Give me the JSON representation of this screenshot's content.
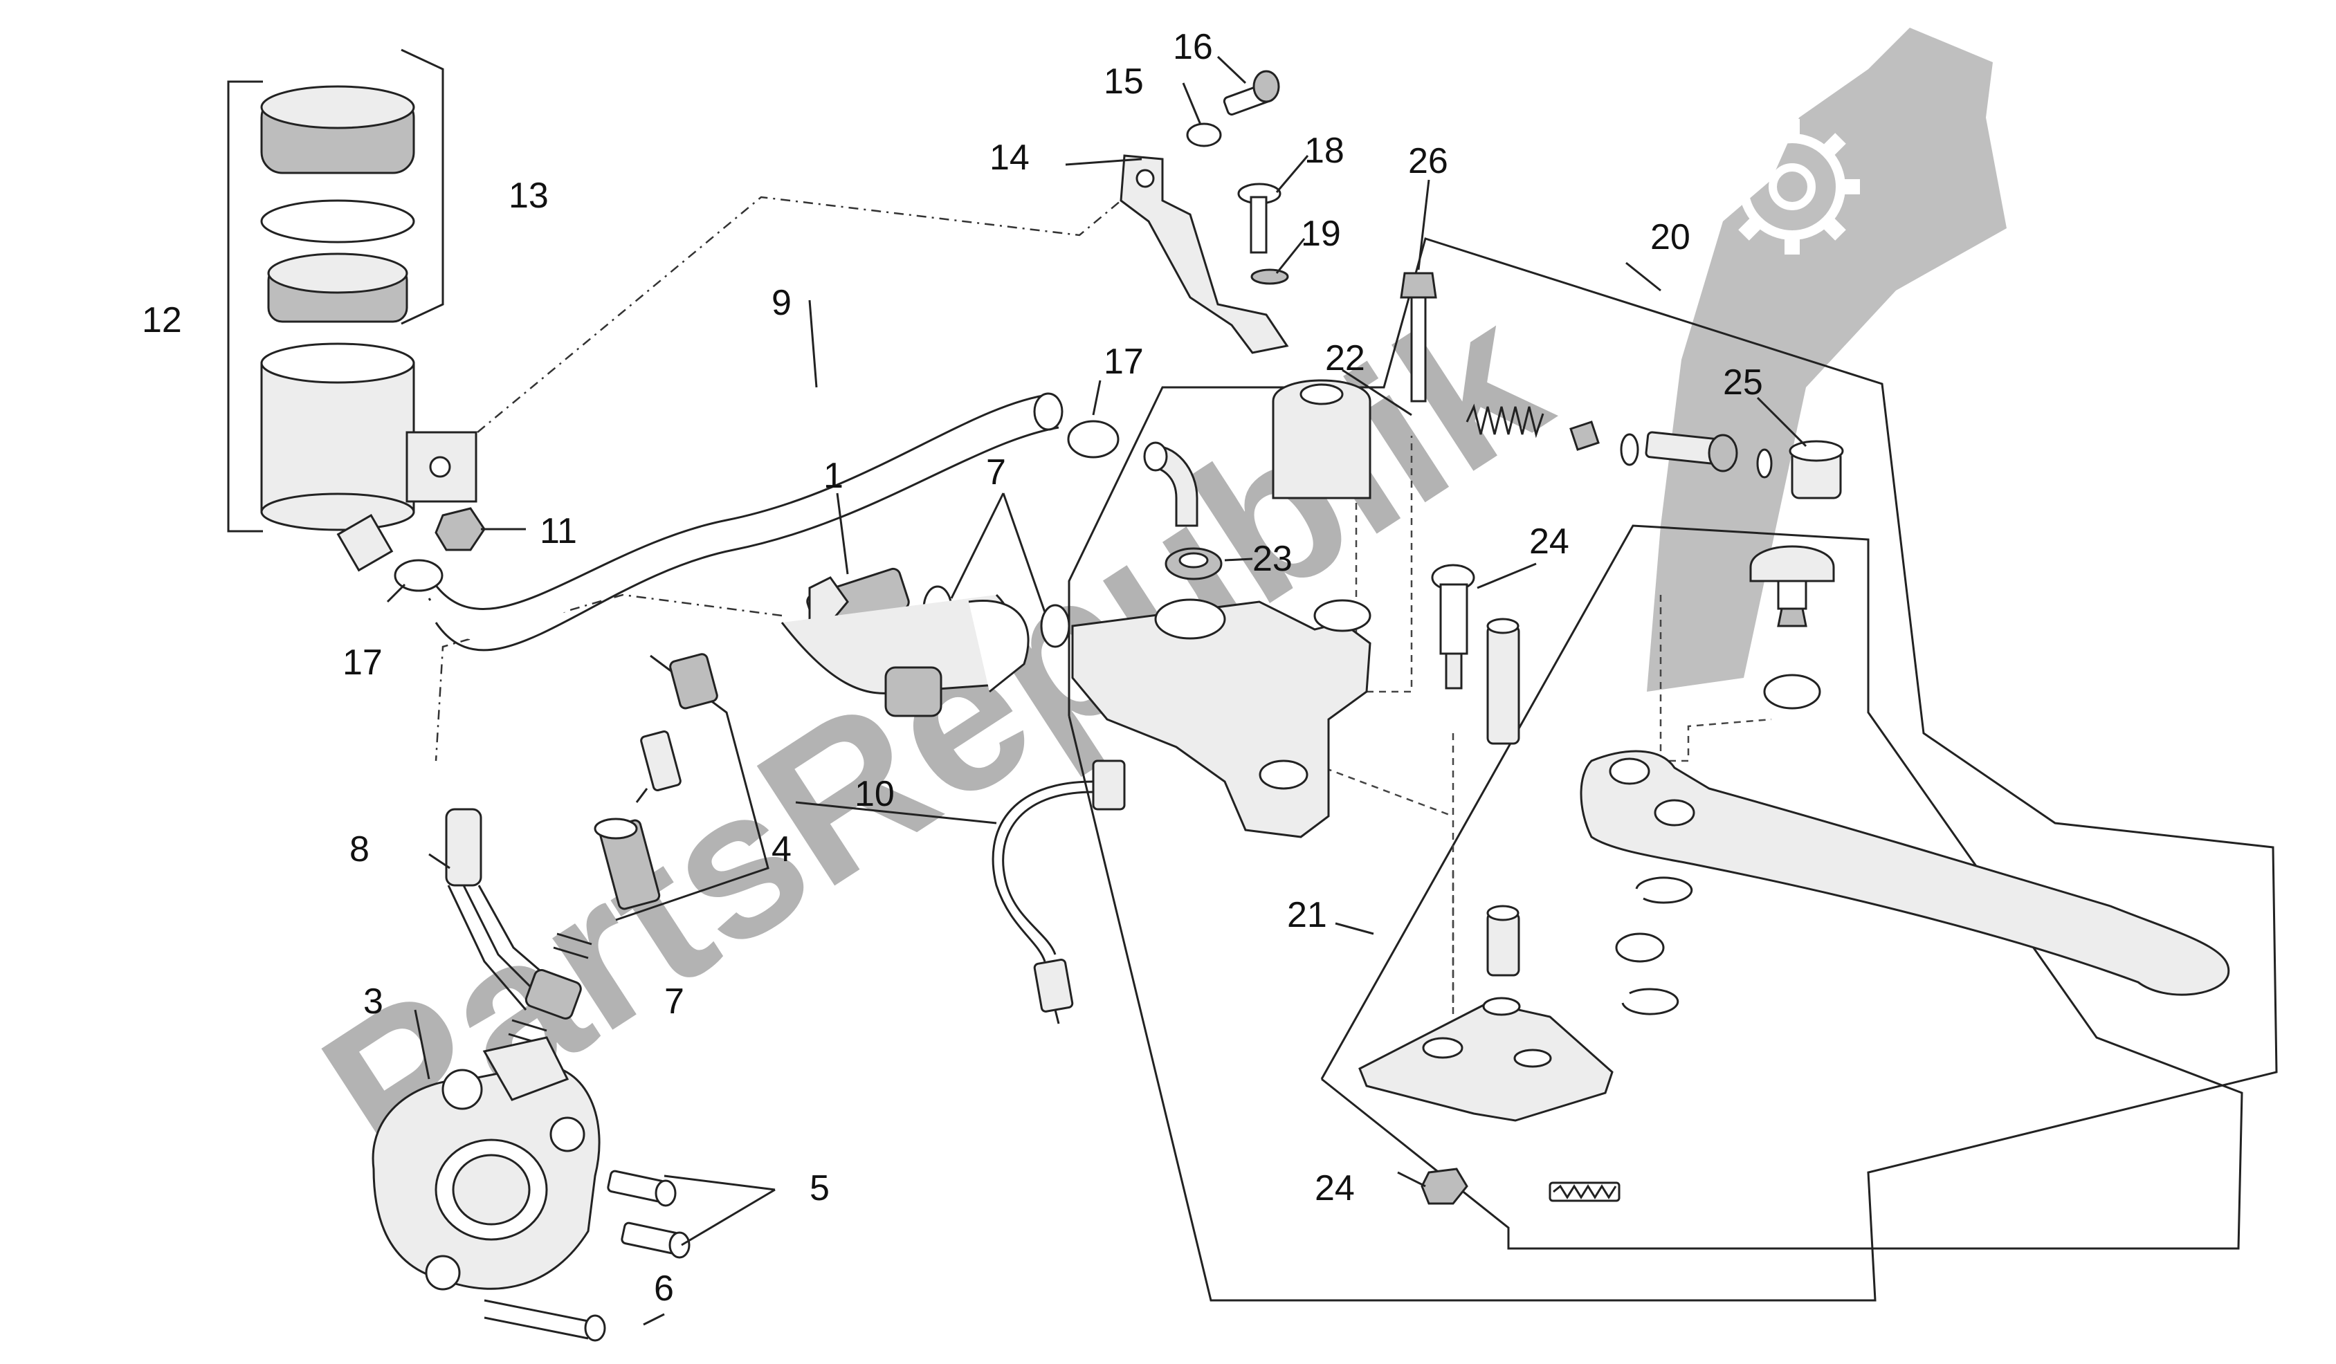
{
  "callouts": {
    "c1": "1",
    "c3": "3",
    "c4": "4",
    "c5": "5",
    "c6": "6",
    "c7a": "7",
    "c7b": "7",
    "c8": "8",
    "c9": "9",
    "c10": "10",
    "c11": "11",
    "c12": "12",
    "c13": "13",
    "c14": "14",
    "c15": "15",
    "c16": "16",
    "c17a": "17",
    "c17b": "17",
    "c18": "18",
    "c19": "19",
    "c20": "20",
    "c21": "21",
    "c22": "22",
    "c23": "23",
    "c24a": "24",
    "c24b": "24",
    "c25": "25",
    "c26": "26"
  },
  "watermark": {
    "text": "PartsRepublik",
    "icon": "gear-icon",
    "color": "#9a9a9a"
  }
}
